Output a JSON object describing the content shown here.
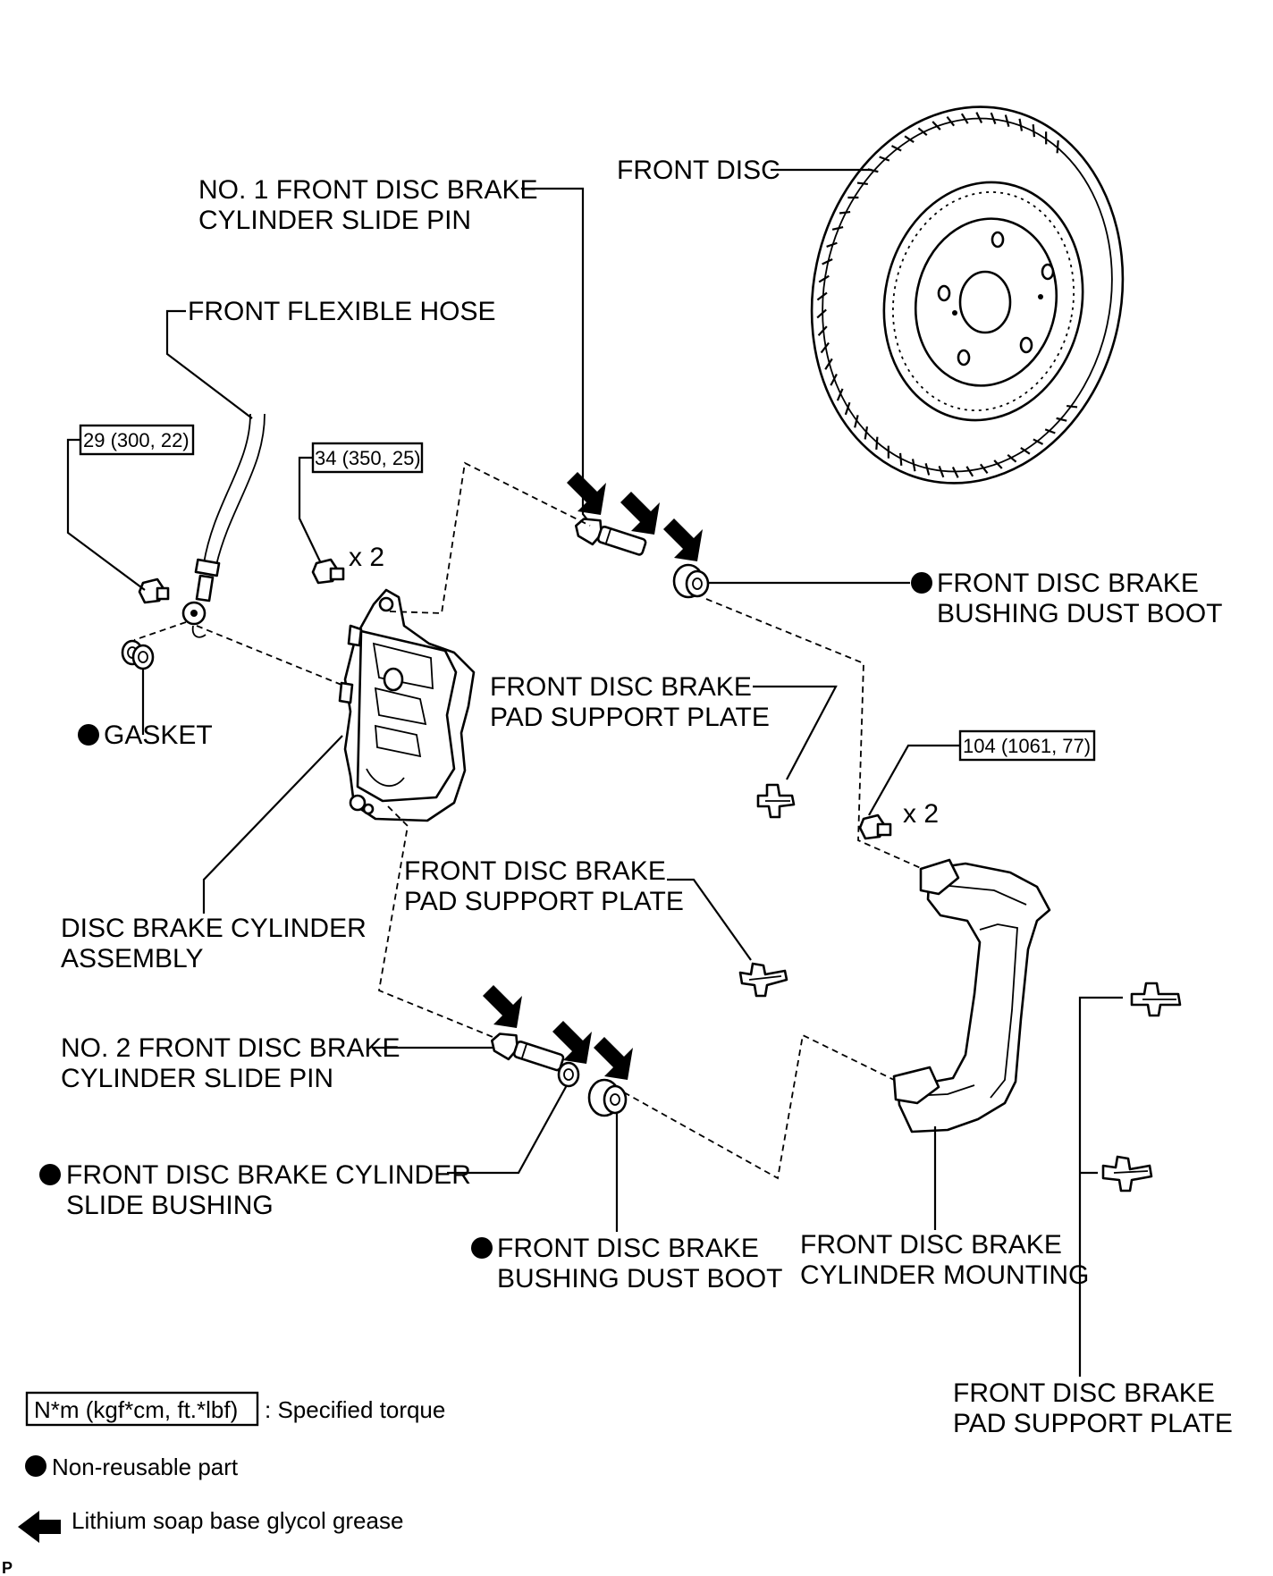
{
  "labels": {
    "front_disc": "FRONT DISC",
    "slide_pin_1": [
      "NO. 1 FRONT DISC BRAKE",
      "CYLINDER SLIDE PIN"
    ],
    "flexible_hose": "FRONT FLEXIBLE HOSE",
    "gasket": "GASKET",
    "dust_boot_top": [
      "FRONT DISC BRAKE",
      "BUSHING DUST BOOT"
    ],
    "support_plate_mid": [
      "FRONT DISC BRAKE",
      "PAD SUPPORT PLATE"
    ],
    "cylinder_assembly": [
      "DISC BRAKE CYLINDER",
      "ASSEMBLY"
    ],
    "support_plate_lower": [
      "FRONT DISC BRAKE",
      "PAD SUPPORT PLATE"
    ],
    "slide_pin_2": [
      "NO. 2 FRONT DISC BRAKE",
      "CYLINDER SLIDE PIN"
    ],
    "slide_bushing": [
      "FRONT DISC BRAKE CYLINDER",
      "SLIDE BUSHING"
    ],
    "dust_boot_bottom": [
      "FRONT DISC BRAKE",
      "BUSHING DUST BOOT"
    ],
    "cylinder_mounting": [
      "FRONT DISC BRAKE",
      "CYLINDER MOUNTING"
    ],
    "support_plate_right": [
      "FRONT DISC BRAKE",
      "PAD SUPPORT PLATE"
    ]
  },
  "torques": {
    "hose_bolt": "29 (300, 22)",
    "cylinder_bolt": "34 (350, 25)",
    "mounting_bolt": "104 (1061, 77)"
  },
  "quantities": {
    "cylinder_bolt": "x 2",
    "mounting_bolt": "x 2"
  },
  "legend": {
    "torque_box": "N*m (kgf*cm, ft.*lbf)",
    "torque_text": ": Specified torque",
    "nonreusable_text": "Non-reusable part",
    "grease_text": "Lithium soap base glycol grease"
  },
  "corner_mark": "P",
  "icons": {
    "nonreusable": "filled-circle-icon",
    "grease": "arrow-left-icon"
  },
  "colors": {
    "ink": "#000000",
    "paper": "#ffffff"
  }
}
